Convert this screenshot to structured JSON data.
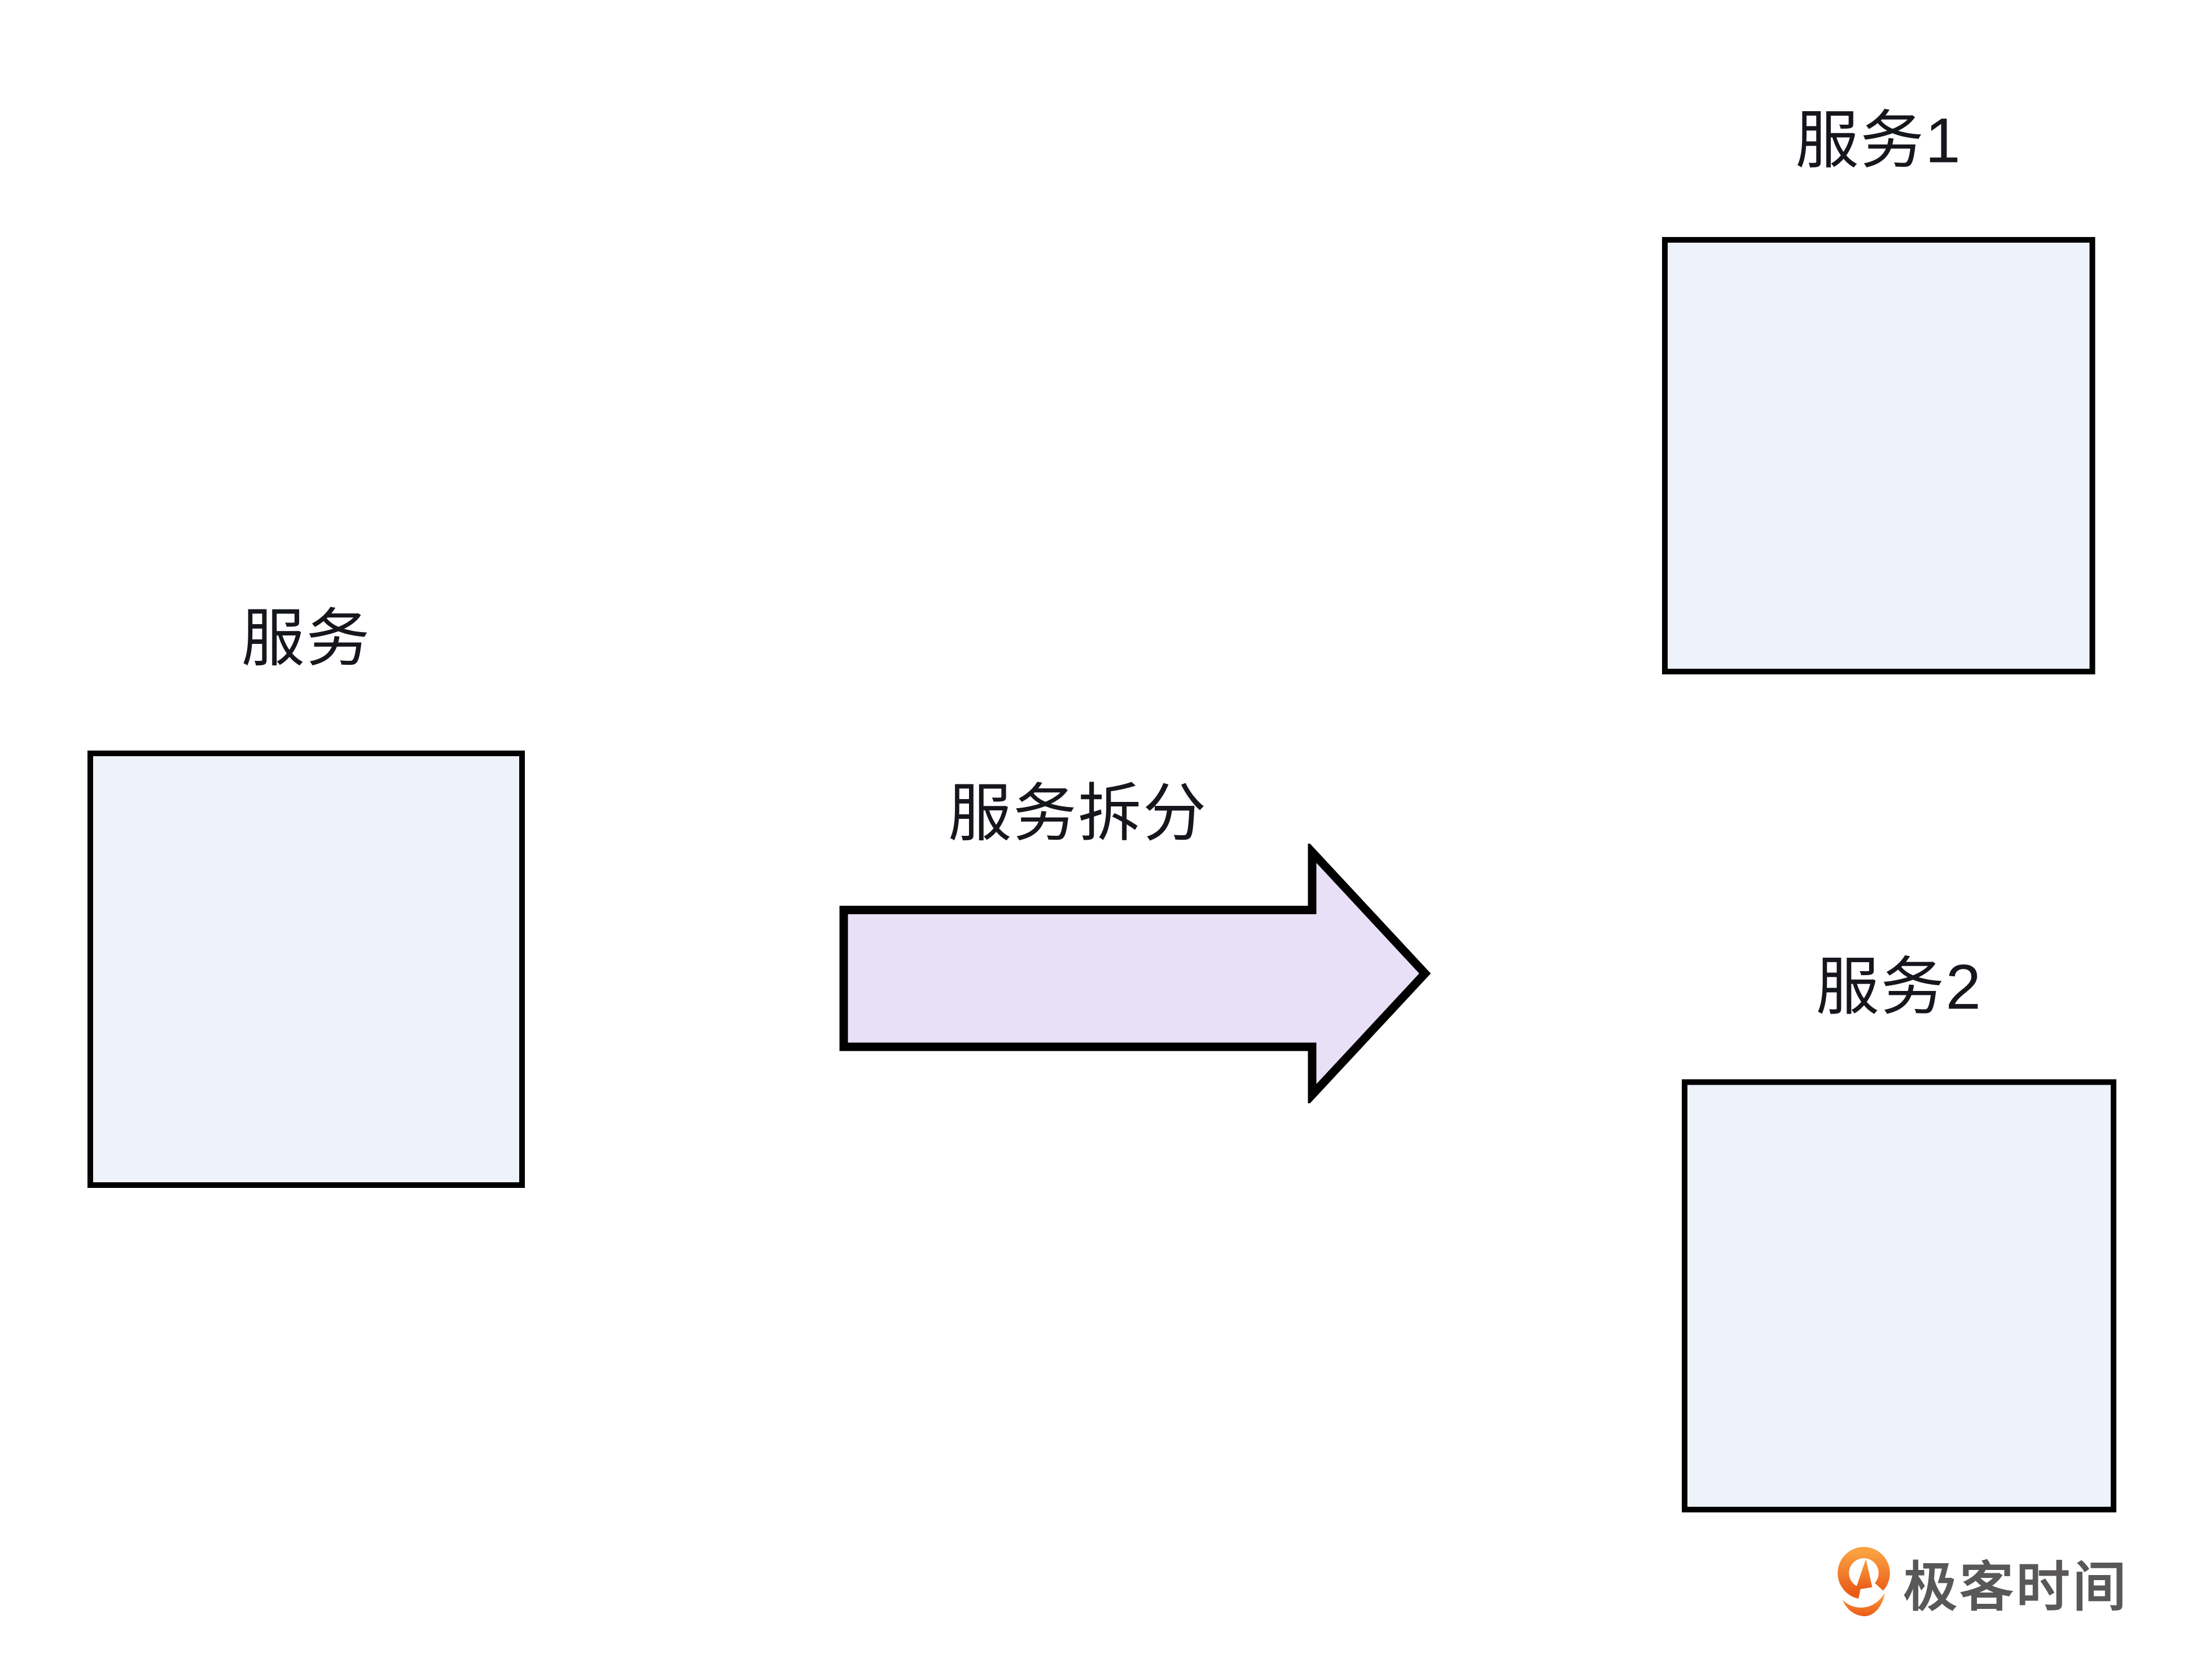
{
  "page": {
    "background": "#ffffff"
  },
  "diagram": {
    "monolith": {
      "label": "服务"
    },
    "arrow": {
      "label": "服务拆分",
      "fill": "#e8e0f7",
      "stroke": "#000000"
    },
    "services": [
      {
        "label": "服务1"
      },
      {
        "label": "服务2"
      }
    ],
    "box": {
      "fill": "#edf2fb",
      "stroke": "#000000"
    }
  },
  "branding": {
    "logo_text": "极客时间",
    "logo_text_color": "#595757",
    "logo_gradient_top": "#f9a040",
    "logo_gradient_bottom": "#ea5b17"
  }
}
